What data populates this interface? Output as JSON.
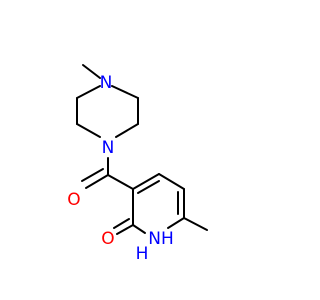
{
  "molecule": {
    "atoms": {
      "piperazine_n_top": {
        "text": "N",
        "color": "#0000ff"
      },
      "piperazine_n_bottom": {
        "text": "N",
        "color": "#0000ff"
      },
      "carbonyl_o": {
        "text": "O",
        "color": "#ff0000"
      },
      "lactam_o": {
        "text": "O",
        "color": "#ff0000"
      },
      "ring_nh": {
        "text": "NH",
        "color": "#0000ff"
      },
      "ring_h": {
        "text": "H",
        "color": "#0000ff"
      }
    },
    "bond_color": "#000000"
  }
}
